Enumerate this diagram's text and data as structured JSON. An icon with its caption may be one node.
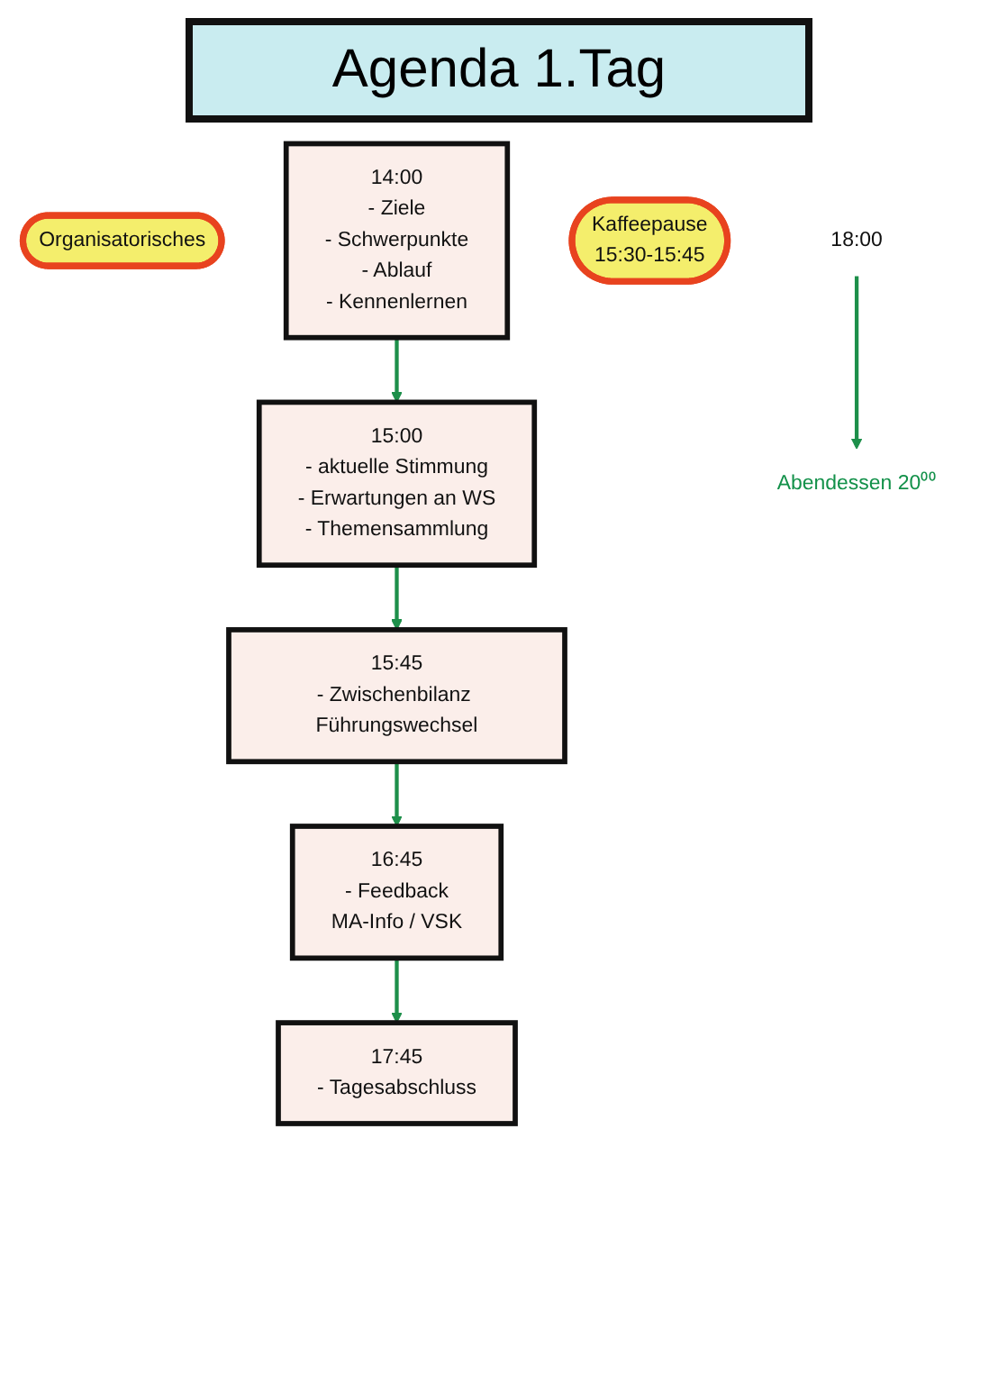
{
  "diagram": {
    "title": "Agenda 1.Tag",
    "nodes": [
      {
        "text": [
          "Organisatorisches"
        ]
      },
      {
        "text": [
          "14:00",
          "- Ziele",
          "- Schwerpunkte",
          "- Ablauf",
          "- Kennenlernen"
        ]
      },
      {
        "text": [
          "15:00",
          "- aktuelle Stimmung",
          "- Erwartungen an WS",
          "- Themensammlung"
        ]
      },
      {
        "text": [
          "Kaffeepause",
          "15:30-15:45"
        ]
      },
      {
        "text": [
          "15:45",
          "- Zwischenbilanz Führungswechsel"
        ]
      },
      {
        "text": [
          "16:45",
          "- Feedback",
          "MA-Info / VSK"
        ]
      },
      {
        "text": [
          "17:45",
          "- Tagesabschluss"
        ]
      },
      {
        "text": [
          "18:00"
        ]
      },
      {
        "text": [
          "Abendessen 20⁰⁰"
        ]
      }
    ],
    "edges": [
      {
        "from": 1,
        "to": 2,
        "arrow": "to"
      },
      {
        "from": 2,
        "to": 4,
        "arrow": "to"
      },
      {
        "from": 4,
        "to": 5,
        "arrow": "to"
      },
      {
        "from": 5,
        "to": 6,
        "arrow": "to"
      },
      {
        "from": 7,
        "to": 8,
        "arrow": "to"
      }
    ]
  }
}
